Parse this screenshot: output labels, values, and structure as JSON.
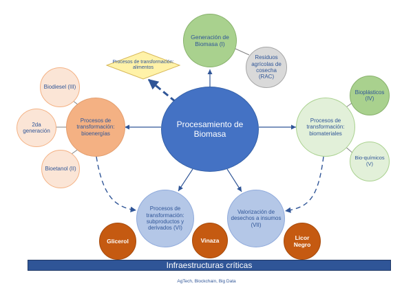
{
  "center": "Procesamiento de Biomasa",
  "top": {
    "generation": "Generación de Biomasa (I)",
    "residues": "Residuos agrícolas de cosecha (RAC)"
  },
  "food": "Procesos de transformación: alimentos",
  "left": {
    "main": "Procesos de transformación: bioenergías",
    "biodiesel": "Biodiesel (III)",
    "second_gen": "2da generación",
    "bioethanol": "Bioetanol (II)"
  },
  "right": {
    "main": "Procesos de transformación: biomateriales",
    "bioplastics": "Bioplásticos (IV)",
    "biochemicals": "Bio-químicos (V)"
  },
  "bottom": {
    "subproducts": "Procesos de transformación: subproductos y derivados (VI)",
    "valorization": "Valorización de desechos a insumos (VII)"
  },
  "outputs": {
    "glycerol": "Glicerol",
    "vinasse": "Vinaza",
    "black_liquor": "Licor Negro"
  },
  "infrastructure": "Infraestructuras críticas",
  "footnote": "AgTech, Blockchain, Big Data",
  "colors": {
    "center_blue": "#4472c4",
    "dark_blue": "#2f5597",
    "green": "#a9d18e",
    "orange": "#f4b183",
    "rust": "#c55a11",
    "diamond_yellow": "#fff2a8"
  }
}
